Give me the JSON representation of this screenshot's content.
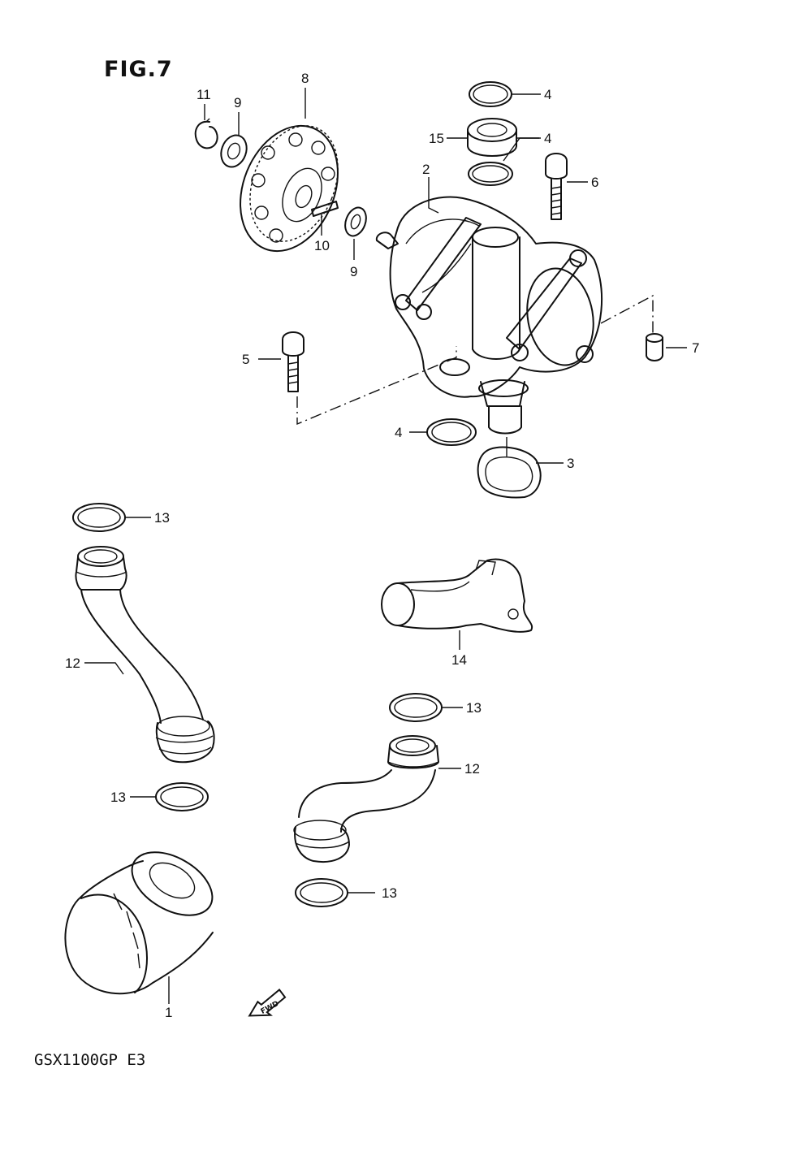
{
  "figure": {
    "title": "FIG.7",
    "model_code": "GSX1100GP  E3",
    "fwd_label": "FWD"
  },
  "callouts": {
    "c1": "1",
    "c2": "2",
    "c3": "3",
    "c4a": "4",
    "c4b": "4",
    "c4c": "4",
    "c5": "5",
    "c6": "6",
    "c7": "7",
    "c8": "8",
    "c9a": "9",
    "c9b": "9",
    "c10": "10",
    "c11": "11",
    "c12a": "12",
    "c12b": "12",
    "c13a": "13",
    "c13b": "13",
    "c13c": "13",
    "c13d": "13",
    "c14": "14",
    "c15": "15"
  }
}
